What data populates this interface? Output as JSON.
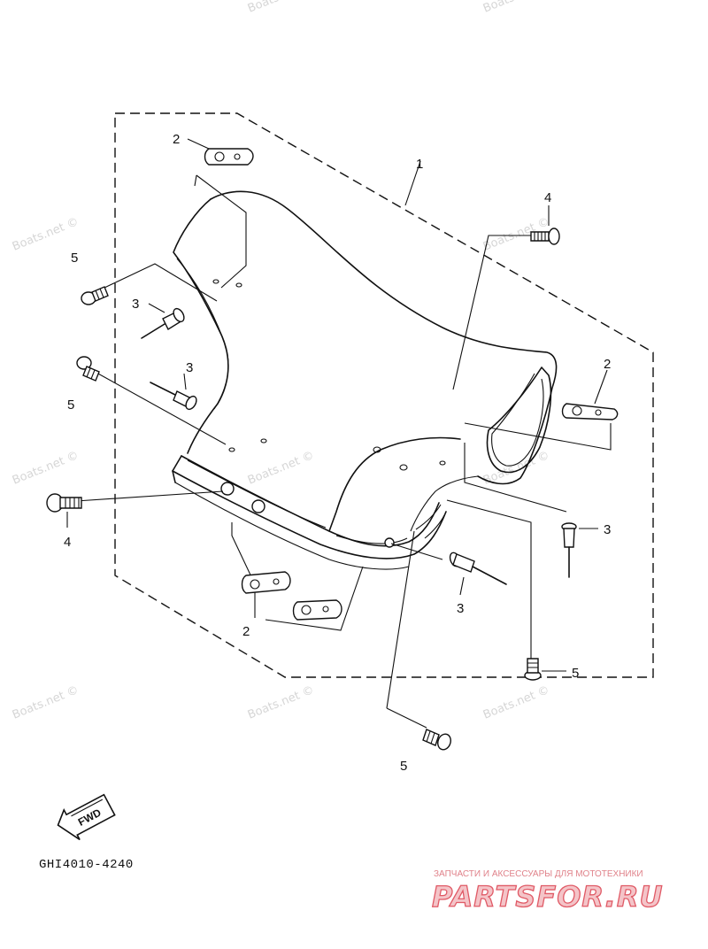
{
  "diagram": {
    "drawing_id": "GHI4010-4240",
    "direction_marker": "FWD",
    "callouts": [
      "1",
      "2",
      "3",
      "4",
      "5"
    ],
    "watermark_text": "Boats.net ©",
    "brand": {
      "tagline": "ЗАПЧАСТИ И АКСЕССУАРЫ ДЛЯ МОТОТЕХНИКИ",
      "logo": "PARTSFOR.RU"
    }
  }
}
